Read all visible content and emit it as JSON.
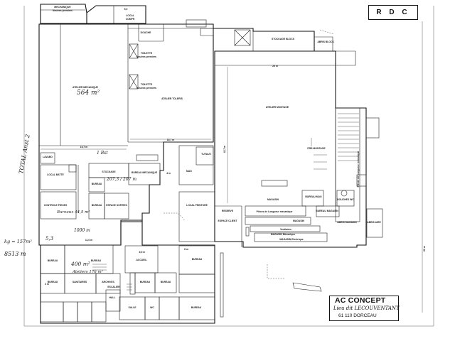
{
  "title": {
    "level": "R D C"
  },
  "cartouche": {
    "brand": "AC CONCEPT",
    "place": "Lieu dit LECOUVENTANT",
    "town": "61 110 DORCEAU"
  },
  "rooms": {
    "mechanique": "MECHANIQUE",
    "neutres_premiers": "Neutres premiers",
    "local": "LOCAL",
    "compr": "COMPR",
    "douche": "DOUCHE",
    "toilette_1": "TOILETTE",
    "toilette_1_sub": "Neutres premiers",
    "toilette_2": "TOILETTE",
    "toilette_2_sub": "Neutres premiers",
    "atelier_mecanique": "ATELIER MECANIQUE",
    "atelier_toleris": "ATELIER TOLERIS",
    "stockage_blocs": "STOCKAGE BLOCS",
    "abris_blocs": "ABRIS BLOCS",
    "atelier_montage": "ATELIER MONTAGE",
    "pre_montage": "PRE-MONTAGE",
    "lavabo": "LAVABO",
    "local_batte": "LOCAL BATTE",
    "stockage": "STOCKAGE",
    "bureau_mecanique": "BUREAU MECANIQUE",
    "bureau_1": "BUREAU",
    "bureau_2": "BUREAU",
    "espace_sorties": "ESPACE SORTIES",
    "controle_pieces": "CONTROLE PIECES",
    "mag": "MAG",
    "tuyaux": "TUYAUX",
    "local_peinture": "LOCAL PEINTURE",
    "bureau_mag": "BUREAU MAG",
    "douches_wc": "DOUCHES WC",
    "bureau_magasin": "BUREAU MAGASIN",
    "reserve": "RESERVE",
    "espace_client": "ESPACE CLIENT",
    "magasin_1": "MAGASIN",
    "magasin_2": "MAGASIN",
    "abris_magasin": "ABRIS MAGASIN",
    "abris_aire": "ABRIS AIRE",
    "pieces_mecanique": "Pièces de Longueur mécanique",
    "vestiaires": "Vestiaires",
    "magasin_mecanique": "MAGASIN Mécanique",
    "magasin_electrique": "MAGASIN Electrique",
    "escalier": "ESCALIER",
    "bureau_s1": "BUREAU",
    "bureau_s2": "BUREAU",
    "hall": "HALL",
    "bureau_s3": "BUREAU",
    "sanitaires": "SANITAIRES",
    "archives": "ARCHIVES",
    "accueil": "ACCUEIL",
    "bureau_s4": "BUREAU",
    "bureau_s5": "BUREAU",
    "bureau_s6": "BUREAU",
    "wc": "WC",
    "bureau_s7": "BUREAU",
    "salle": "SALLE",
    "pieces_ctrl": "Pièces de Longueur mécanique"
  },
  "dimensions": {
    "d_top": "5,0",
    "d_mec": "16,7 m",
    "d_tol": "16,7 m",
    "d_montage_w": "26 m",
    "d_montage_h": "42,7 m",
    "d_right": "60 m",
    "d_low": "11,0 m",
    "d_bureau": "4 m",
    "d_office": "6,5 m",
    "d_office2": "6 m",
    "d_small": "3 m"
  },
  "handwriting": {
    "note_total": "TOTAL Anst 2",
    "note_mec_area": "564 m²",
    "note_stock": "1 Bst",
    "note_207": "207,3 / 207 m",
    "note_bureaux": "Bureaux 44,5 m²",
    "note_1000": "1000 m",
    "note_53": "5,3",
    "note_8513": "8513 m",
    "note_kg": "kg = 157m²",
    "note_400": "400 m²",
    "note_area_b": "Ateliers 176 m²"
  }
}
